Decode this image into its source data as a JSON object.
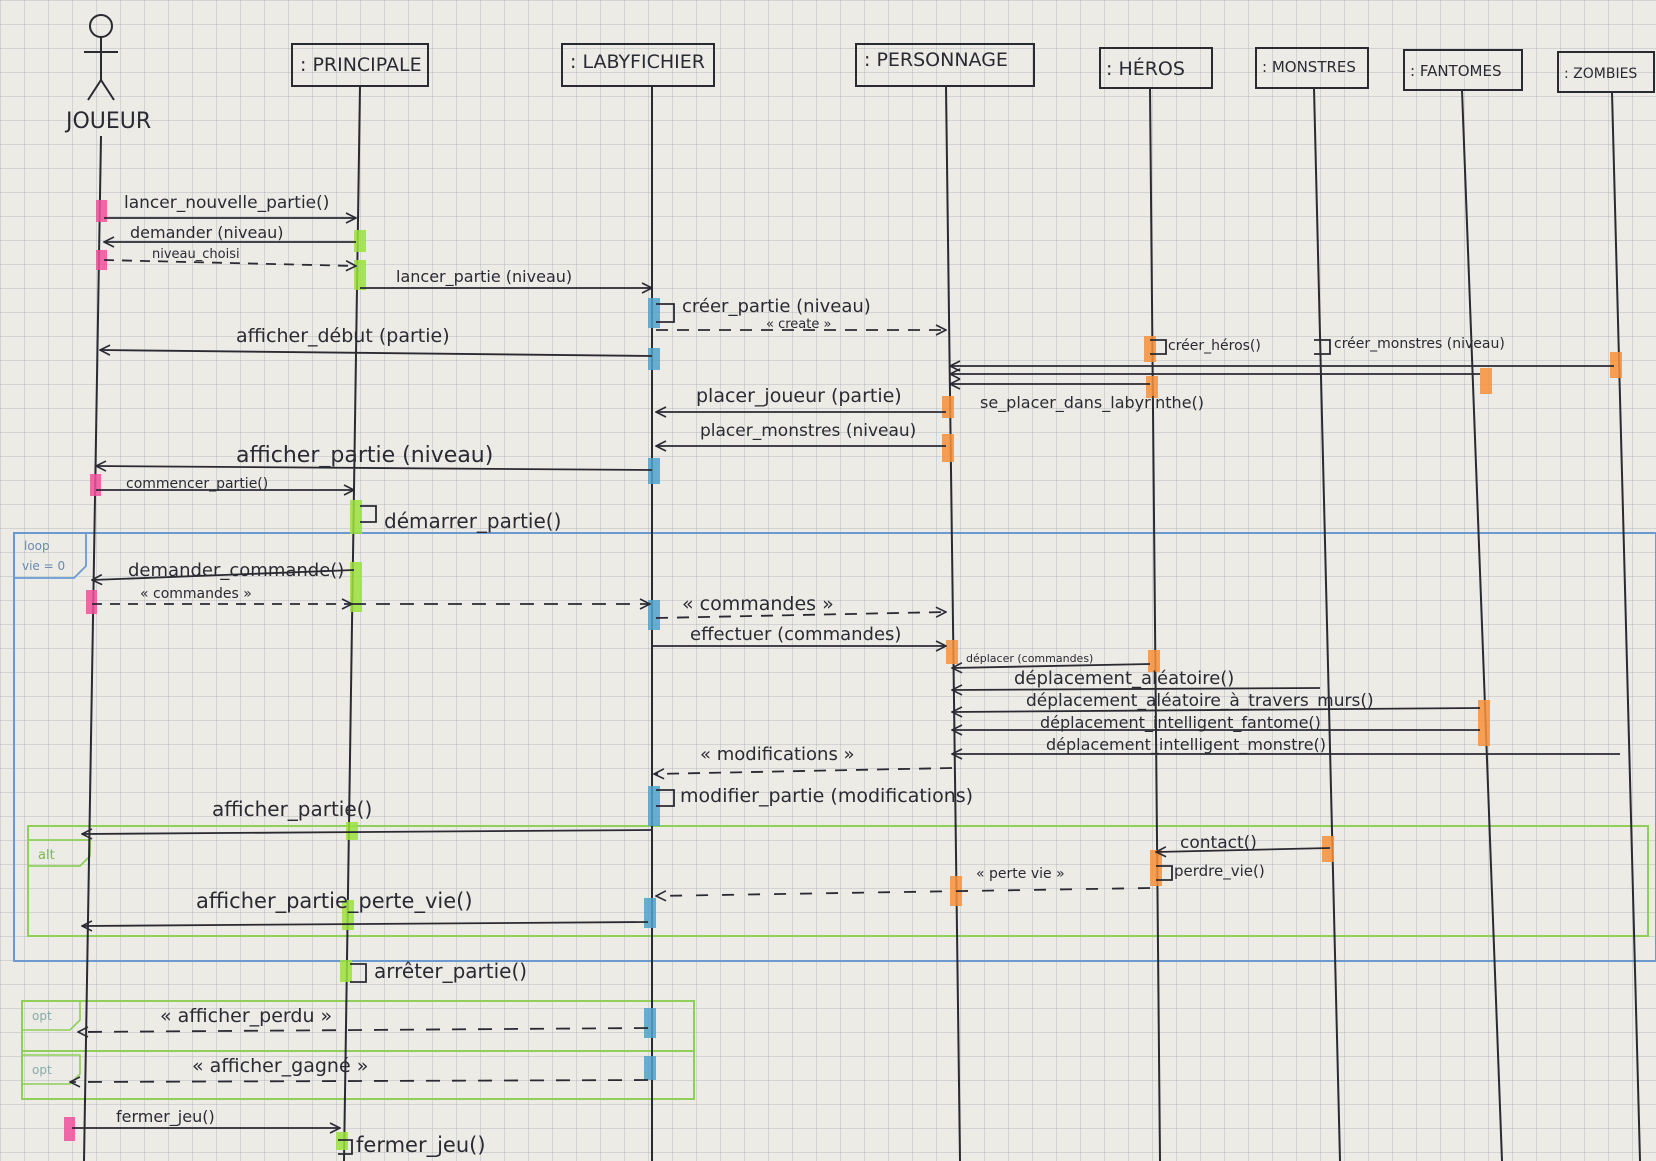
{
  "actor": {
    "name": "JOUEUR"
  },
  "lifelines": [
    {
      "id": "principale",
      "label": ": PRINCIPALE"
    },
    {
      "id": "labyfichier",
      "label": ": LABYFICHIER"
    },
    {
      "id": "personnage",
      "label": ": PERSONNAGE"
    },
    {
      "id": "heros",
      "label": ": HÉROS"
    },
    {
      "id": "monstres",
      "label": ": MONSTRES"
    },
    {
      "id": "fantomes",
      "label": ": FANTOMES"
    },
    {
      "id": "zombies",
      "label": ": ZOMBIES"
    }
  ],
  "messages": [
    "lancer_nouvelle_partie()",
    "demander (niveau)",
    "niveau_choisi",
    "lancer_partie (niveau)",
    "créer_partie (niveau)",
    "« create »",
    "afficher_début (partie)",
    "créer_héros()",
    "créer_monstres (niveau)",
    "placer_joueur (partie)",
    "se_placer_dans_labyrinthe()",
    "placer_monstres (niveau)",
    "afficher_partie (niveau)",
    "commencer_partie()",
    "démarrer_partie()",
    "demander_commande()",
    "« commandes »",
    "« commandes »",
    "effectuer (commandes)",
    "déplacer (commandes)",
    "déplacement_aléatoire()",
    "déplacement_aléatoire_à_travers_murs()",
    "déplacement_intelligent_fantome()",
    "déplacement_intelligent_monstre()",
    "« modifications »",
    "modifier_partie (modifications)",
    "afficher_partie()",
    "contact()",
    "perdre_vie()",
    "« perte vie »",
    "afficher_partie_perte_vie()",
    "arrêter_partie()",
    "« afficher_perdu »",
    "« afficher_gagné »",
    "fermer_jeu()",
    "fermer_jeu()"
  ],
  "fragments": {
    "loop": {
      "label": "loop",
      "guard": "vie = 0"
    },
    "alt": {
      "label": "alt"
    },
    "opt1": {
      "label": "opt"
    },
    "opt2": {
      "label": "opt"
    }
  },
  "colors": {
    "ink": "#2a2a33",
    "pink": "#f0509a",
    "green": "#9be23c",
    "blue": "#4fa3cc",
    "orange": "#f7913a",
    "loop_frame": "#6a9ad0",
    "alt_frame": "#8fcf5a"
  }
}
